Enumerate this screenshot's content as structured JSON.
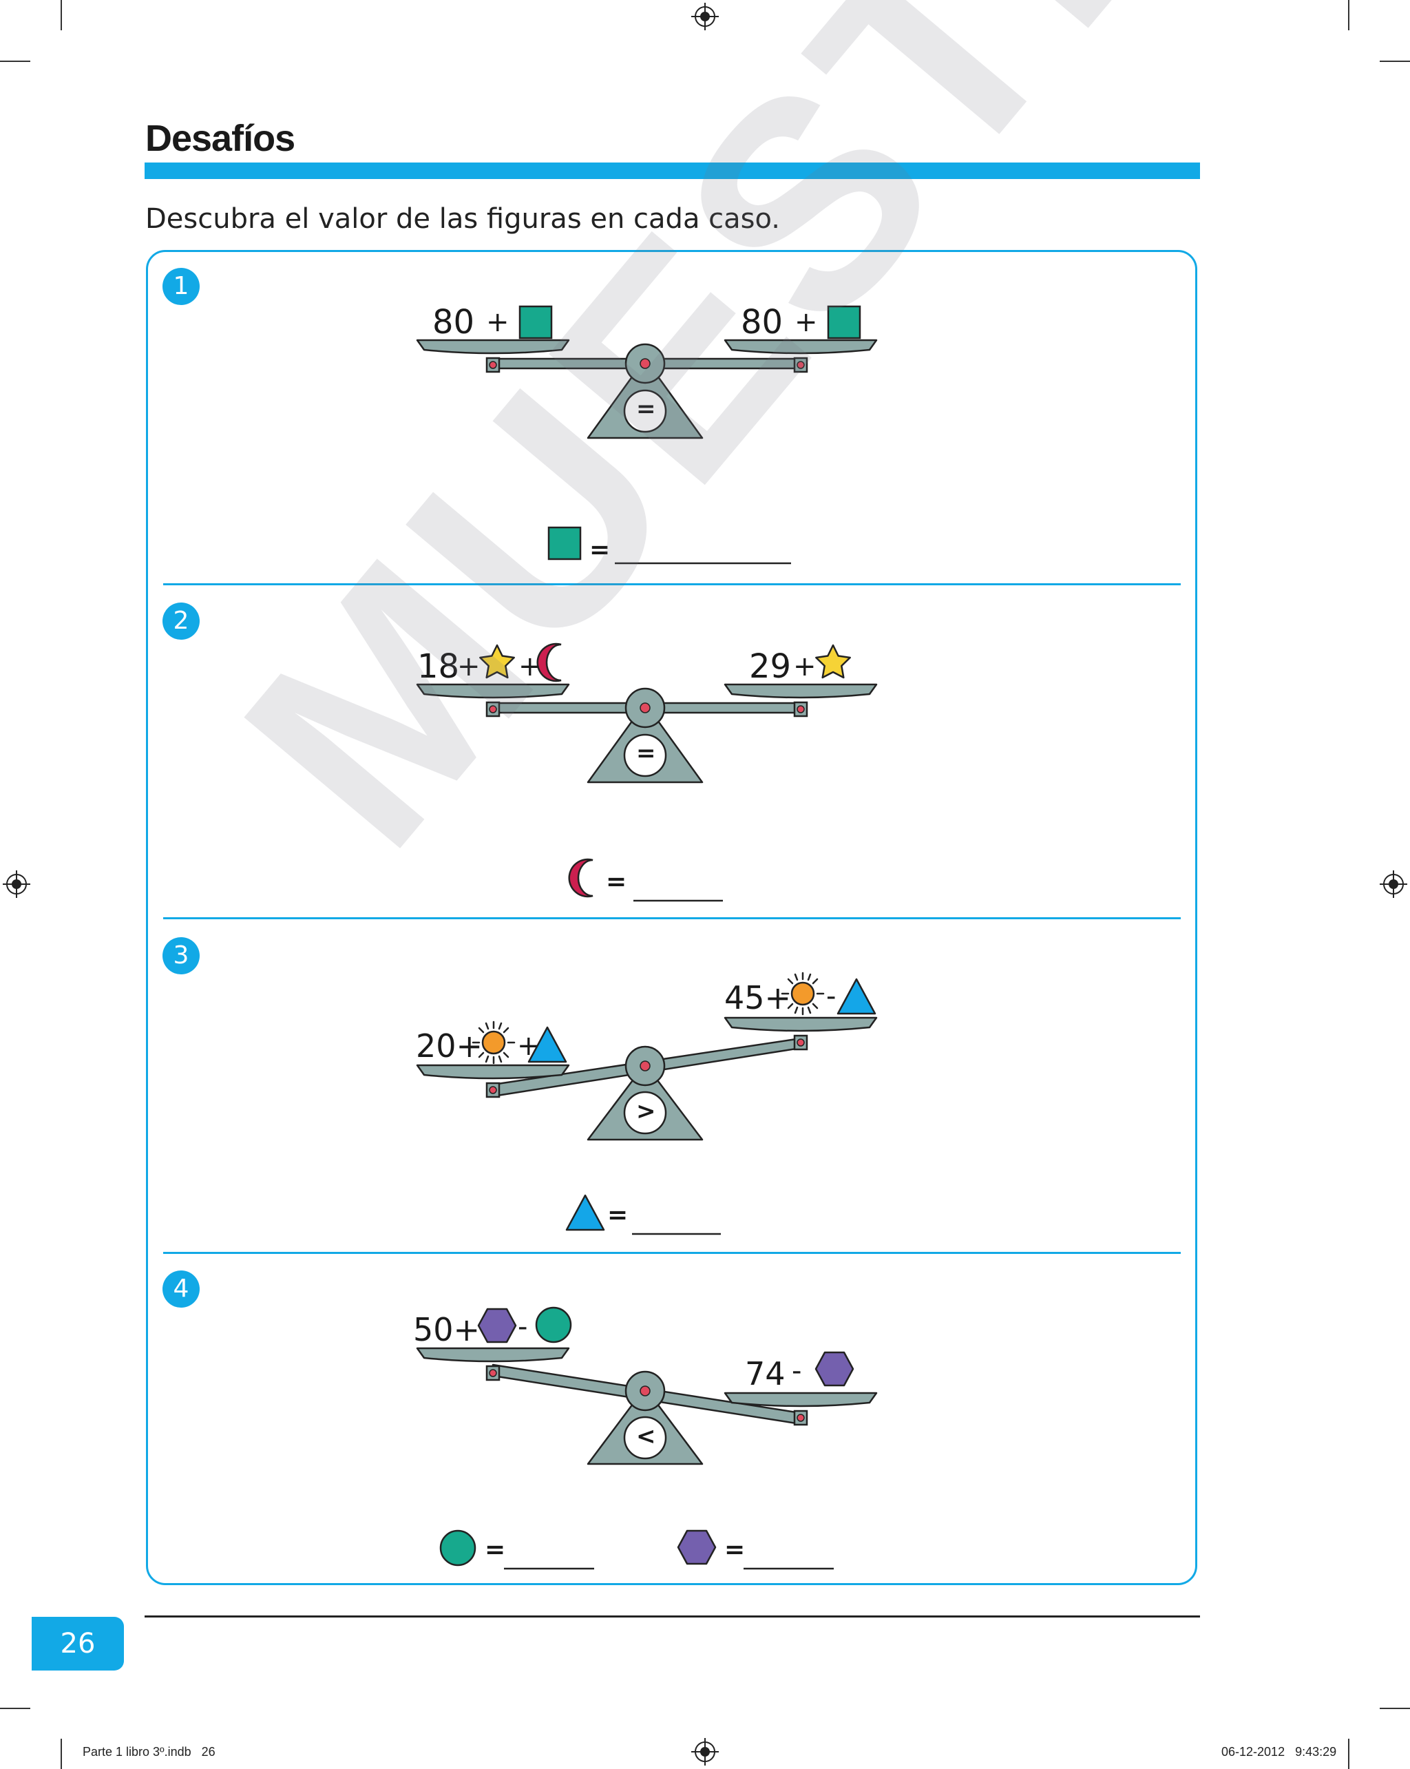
{
  "header": {
    "title": "Desafíos",
    "instruction": "Descubra el valor de las figuras en cada caso."
  },
  "problems": [
    {
      "number": "1",
      "left_expr": [
        "80",
        "+"
      ],
      "right_expr": [
        "80",
        "+"
      ],
      "relation": "=",
      "answer_symbol": "=",
      "shape": "square-icon"
    },
    {
      "number": "2",
      "left_expr": [
        "18",
        "+",
        "+"
      ],
      "right_expr": [
        "29",
        "+"
      ],
      "relation": "=",
      "answer_symbol": "=",
      "shape": "moon-icon"
    },
    {
      "number": "3",
      "left_expr": [
        "20+",
        "+"
      ],
      "right_expr": [
        "45+",
        "-"
      ],
      "relation": ">",
      "answer_symbol": "=",
      "shape": "triangle-icon"
    },
    {
      "number": "4",
      "left_expr": [
        "50+",
        "-"
      ],
      "right_expr": [
        "74",
        "-"
      ],
      "relation": "<",
      "answer_symbols": [
        "=",
        "="
      ],
      "shapes": [
        "circle-icon",
        "hexagon-icon"
      ]
    }
  ],
  "watermark": "MUESTRA",
  "footer": {
    "page_number": "26",
    "slug_left": "Parte 1 libro 3º.indb   26",
    "slug_right": "06-12-2012   9:43:29"
  },
  "colors": {
    "accent_blue": "#12a9e6",
    "square": "#17a98d",
    "star": "#f6d336",
    "moon": "#cc1f4f",
    "sun": "#f39a2b",
    "triangle": "#14a6e8",
    "circle": "#17a98d",
    "hexagon": "#7460ae",
    "scale_gray": "#8faaa8"
  }
}
